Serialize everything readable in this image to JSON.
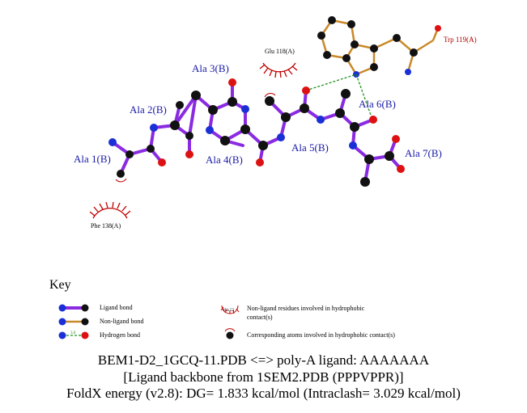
{
  "colors": {
    "ligand_bond": "#8a2be2",
    "nonligand_bond": "#c8892a",
    "hbond": "#1f8f1f",
    "carbon": "#111111",
    "nitrogen": "#1b2fd6",
    "oxygen": "#dd1111",
    "hydrophobic_arc": "#c00000",
    "residue_label": "#1a1aa8"
  },
  "residue_labels": [
    {
      "id": "ala1",
      "text": "Ala 1(B)"
    },
    {
      "id": "ala2",
      "text": "Ala 2(B)"
    },
    {
      "id": "ala3",
      "text": "Ala 3(B)"
    },
    {
      "id": "ala4",
      "text": "Ala 4(B)"
    },
    {
      "id": "ala5",
      "text": "Ala 5(B)"
    },
    {
      "id": "ala6",
      "text": "Ala 6(B)"
    },
    {
      "id": "ala7",
      "text": "Ala 7(B)"
    }
  ],
  "hydrophobic_residues": [
    {
      "id": "glu118",
      "text": "Glu 118(A)"
    },
    {
      "id": "phe138",
      "text": "Phe 138(A)"
    }
  ],
  "nonligand_residue": {
    "id": "trp119",
    "text": "Trp 119(A)"
  },
  "key": {
    "title": "Key",
    "ligand_bond": "Ligand bond",
    "nonligand_bond": "Non-ligand bond",
    "hydrogen_bond": "Hydrogen bond",
    "hbond_distance": "3.0",
    "his_label": "His 53",
    "nonligand_residues_line1": "Non-ligand residues involved in hydrophobic",
    "nonligand_residues_line2": "contact(s)",
    "corresponding_atoms": "Corresponding atoms involved in hydrophobic contact(s)"
  },
  "caption": {
    "line1": "BEM1-D2_1GCQ-11.PDB <=> poly-A ligand: AAAAAAA",
    "line2": "[Ligand backbone from 1SEM2.PDB (PPPVPPR)]",
    "line3": "FoldX energy (v2.8): DG= 1.833 kcal/mol (Intraclash= 3.029 kcal/mol)"
  }
}
